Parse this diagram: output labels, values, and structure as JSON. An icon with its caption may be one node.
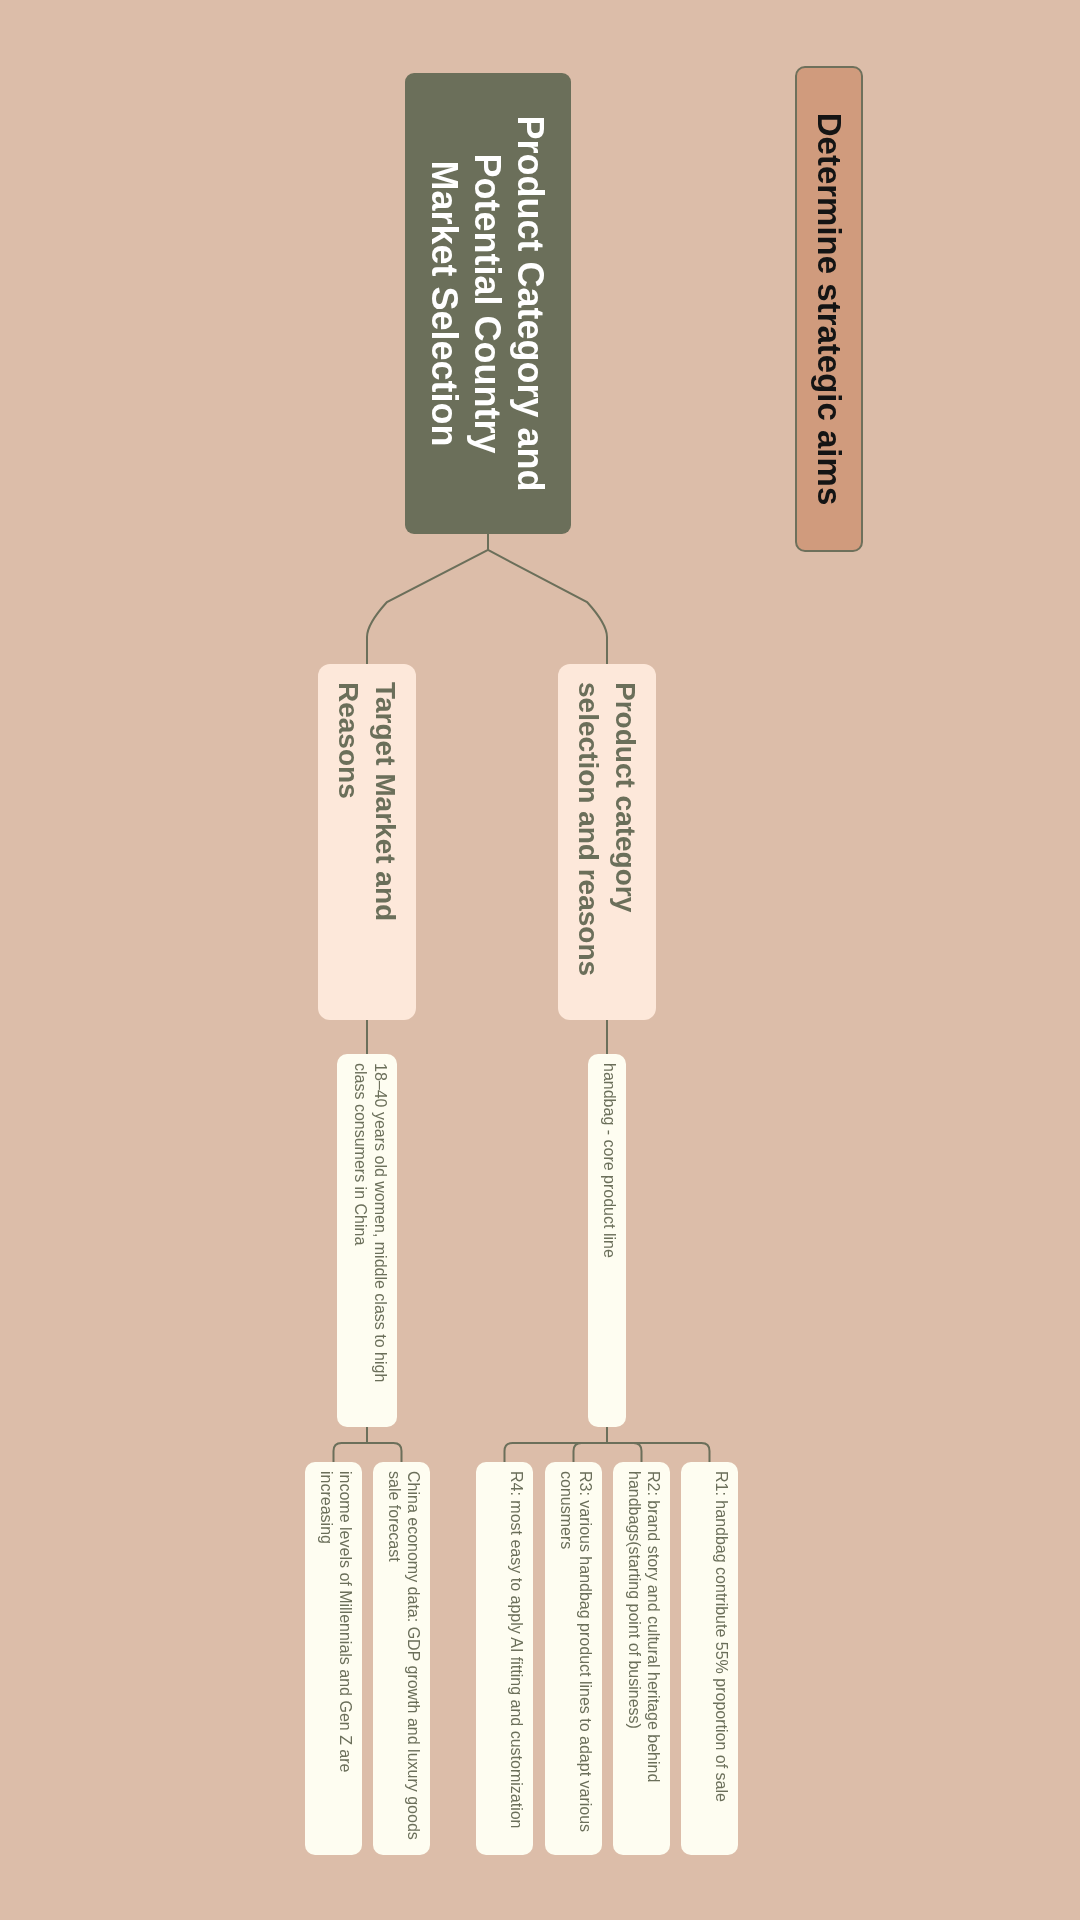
{
  "diagram": {
    "nodes": [
      {
        "text": [
          "Determine strategic aims"
        ]
      },
      {
        "text": [
          "Product Category and Potential Country Market Selection"
        ]
      },
      {
        "text": [
          "Product category selection and reasons"
        ]
      },
      {
        "text": [
          "Target Market and Reasons"
        ]
      },
      {
        "text": [
          "handbag - core product line"
        ]
      },
      {
        "text": [
          "18–40 years old women, middle class to high class consumers in China"
        ]
      },
      {
        "text": [
          "R1: handbag contribute 55% proportion of sale"
        ]
      },
      {
        "text": [
          "R2: brand story and cultural heritage behind handbags(starting point of business)"
        ]
      },
      {
        "text": [
          "R3: various handbag product lines to adapt various conusmers"
        ]
      },
      {
        "text": [
          "R4: most easy to apply AI fitting and customization"
        ]
      },
      {
        "text": [
          "China economy data: GDP growth and luxury goods sale forecast"
        ]
      },
      {
        "text": [
          "income levels of Millennials and Gen Z are increasing"
        ]
      }
    ],
    "edges": [
      {
        "from": 1,
        "to": 2,
        "arrow": "none"
      },
      {
        "from": 1,
        "to": 3,
        "arrow": "none"
      },
      {
        "from": 2,
        "to": 4,
        "arrow": "none"
      },
      {
        "from": 3,
        "to": 5,
        "arrow": "none"
      },
      {
        "from": 4,
        "to": 6,
        "arrow": "none"
      },
      {
        "from": 4,
        "to": 7,
        "arrow": "none"
      },
      {
        "from": 4,
        "to": 8,
        "arrow": "none"
      },
      {
        "from": 4,
        "to": 9,
        "arrow": "none"
      },
      {
        "from": 5,
        "to": 10,
        "arrow": "none"
      },
      {
        "from": 5,
        "to": 11,
        "arrow": "none"
      }
    ]
  }
}
